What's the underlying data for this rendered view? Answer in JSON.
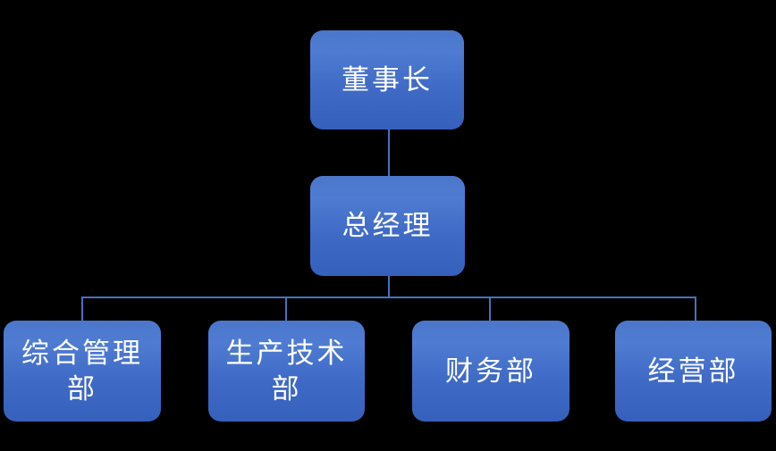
{
  "colors": {
    "background": "#000000",
    "node_fill_top": "#4b76ca",
    "node_fill_light": "#4f7cd2",
    "node_fill_mid": "#3f6ac6",
    "node_fill_bottom": "#3560bb",
    "connector": "#4671bf",
    "node_text": "#ffffff"
  },
  "org_chart": {
    "nodes": {
      "chairman": {
        "label": "董事长"
      },
      "general_manager": {
        "label": "总经理"
      },
      "dept_admin": {
        "label": "综合管理\n部"
      },
      "dept_production": {
        "label": "生产技术\n部"
      },
      "dept_finance": {
        "label": "财务部"
      },
      "dept_business": {
        "label": "经营部"
      }
    },
    "hierarchy": {
      "root": "chairman",
      "edges": [
        [
          "chairman",
          "general_manager"
        ],
        [
          "general_manager",
          "dept_admin"
        ],
        [
          "general_manager",
          "dept_production"
        ],
        [
          "general_manager",
          "dept_finance"
        ],
        [
          "general_manager",
          "dept_business"
        ]
      ]
    }
  }
}
